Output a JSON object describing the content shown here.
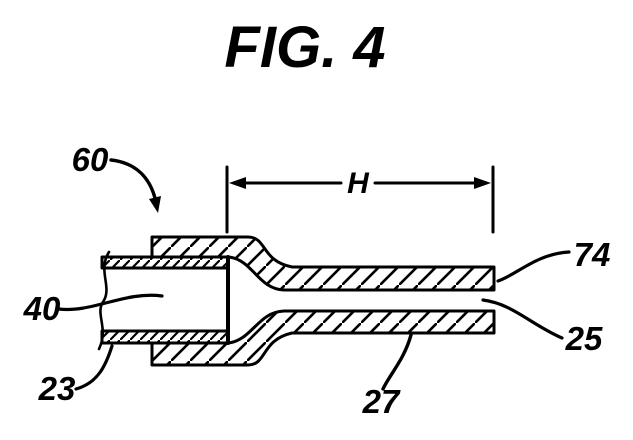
{
  "colors": {
    "ink": "#000000",
    "background": "#ffffff"
  },
  "figure": {
    "title": "FIG. 4",
    "dimension": {
      "label": "H"
    },
    "reference_numerals": {
      "sleeve": "60",
      "inner_tube": "40",
      "inner_tube_wall": "23",
      "outer_top_wall": "74",
      "lumen": "25",
      "outer_bottom_wall": "27"
    }
  }
}
